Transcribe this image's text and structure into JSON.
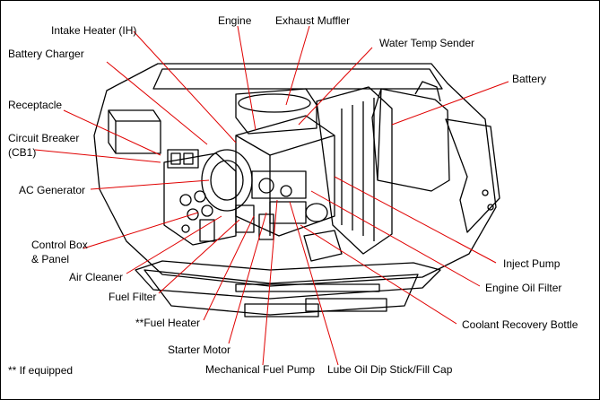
{
  "diagram": {
    "labels": {
      "intake_heater": "Intake Heater (IH)",
      "engine": "Engine",
      "exhaust_muffler": "Exhaust Muffler",
      "water_temp_sender": "Water Temp Sender",
      "battery_charger": "Battery Charger",
      "battery": "Battery",
      "receptacle": "Receptacle",
      "circuit_breaker": "Circuit Breaker",
      "circuit_breaker_code": "(CB1)",
      "ac_generator": "AC Generator",
      "control_box": "Control Box",
      "control_box_2": "& Panel",
      "air_cleaner": "Air Cleaner",
      "fuel_filter": "Fuel Filter",
      "fuel_heater": "**Fuel Heater",
      "starter_motor": "Starter Motor",
      "mechanical_fuel_pump": "Mechanical Fuel Pump",
      "lube_oil": "Lube Oil Dip Stick/Fill Cap",
      "coolant_recovery": "Coolant Recovery Bottle",
      "engine_oil_filter": "Engine Oil Filter",
      "inject_pump": "Inject Pump"
    },
    "footnote": "** If equipped",
    "leader_color": "#e00000"
  }
}
